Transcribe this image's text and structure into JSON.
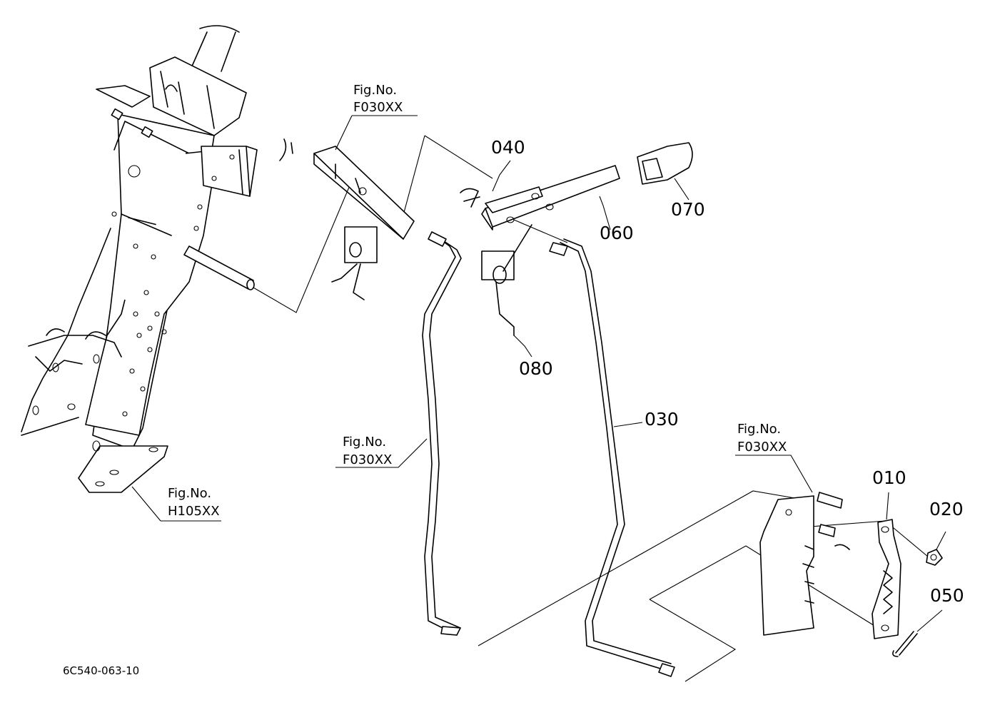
{
  "part_labels": {
    "p010": "010",
    "p020": "020",
    "p030": "030",
    "p040": "040",
    "p050": "050",
    "p060": "060",
    "p070": "070",
    "p080": "080"
  },
  "fig_refs": {
    "top": {
      "line1": "Fig.No.",
      "line2": "F030XX"
    },
    "middle": {
      "line1": "Fig.No.",
      "line2": "F030XX"
    },
    "right": {
      "line1": "Fig.No.",
      "line2": "F030XX"
    },
    "bottom": {
      "line1": "Fig.No.",
      "line2": "H105XX"
    }
  },
  "drawing_code": "6C540-063-10"
}
